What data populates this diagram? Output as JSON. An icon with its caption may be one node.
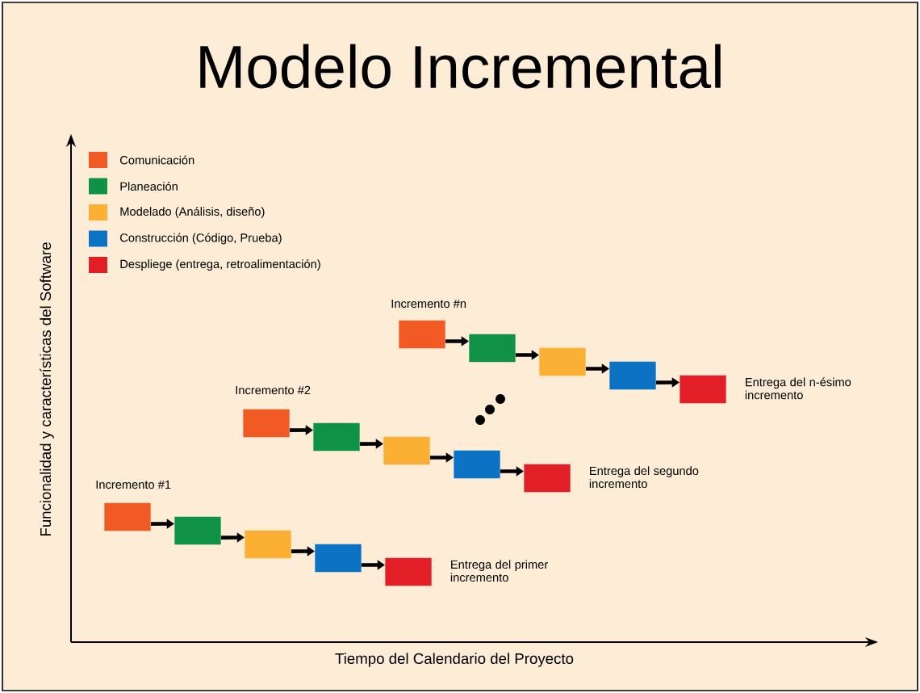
{
  "diagram": {
    "title": "Modelo Incremental",
    "nodes": [
      {
        "text": [],
        "shape": "box"
      },
      {
        "text": [],
        "shape": "box"
      },
      {
        "text": [],
        "shape": "box"
      },
      {
        "text": [],
        "shape": "box"
      },
      {
        "text": [],
        "shape": "box",
        "beside": [
          "Entrega del n-ésimo incremento"
        ]
      },
      {
        "text": [],
        "shape": "box"
      },
      {
        "text": [],
        "shape": "box"
      },
      {
        "text": [],
        "shape": "box"
      },
      {
        "text": [],
        "shape": "box"
      },
      {
        "text": [],
        "shape": "box",
        "beside": [
          "Entrega del segundo incremento"
        ]
      },
      {
        "text": [],
        "shape": "box"
      },
      {
        "text": [],
        "shape": "box"
      },
      {
        "text": [],
        "shape": "box"
      },
      {
        "text": [],
        "shape": "box"
      },
      {
        "text": [],
        "shape": "box",
        "beside": [
          "Entrega del primer incremento"
        ]
      }
    ],
    "edges": [
      {
        "from": 0,
        "to": 1,
        "arrow": "to"
      },
      {
        "from": 1,
        "to": 2,
        "arrow": "to"
      },
      {
        "from": 2,
        "to": 3,
        "arrow": "to"
      },
      {
        "from": 3,
        "to": 4,
        "arrow": "to"
      },
      {
        "from": 5,
        "to": 6,
        "arrow": "to"
      },
      {
        "from": 6,
        "to": 7,
        "arrow": "to"
      },
      {
        "from": 7,
        "to": 8,
        "arrow": "to"
      },
      {
        "from": 8,
        "to": 9,
        "arrow": "to"
      },
      {
        "from": 10,
        "to": 11,
        "arrow": "to"
      },
      {
        "from": 11,
        "to": 12,
        "arrow": "to"
      },
      {
        "from": 12,
        "to": 13,
        "arrow": "to"
      },
      {
        "from": 13,
        "to": 14,
        "arrow": "to"
      }
    ],
    "labels": [
      "Incremento #n",
      "Incremento #2",
      "Incremento #1",
      "Funcionalidad y características del Software",
      "Tiempo del Calendario del Proyecto"
    ],
    "legend": [
      {
        "text": "Comunicación",
        "color": "#f15a22"
      },
      {
        "text": "Planeación",
        "color": "#0f9246"
      },
      {
        "text": "Modelado (Análisis, diseño)",
        "color": "#fbb034"
      },
      {
        "text": "Construcción (Código, Prueba)",
        "color": "#0b72c4"
      },
      {
        "text": "Despliege (entrega, retroalimentación)",
        "color": "#e21f26"
      }
    ]
  }
}
